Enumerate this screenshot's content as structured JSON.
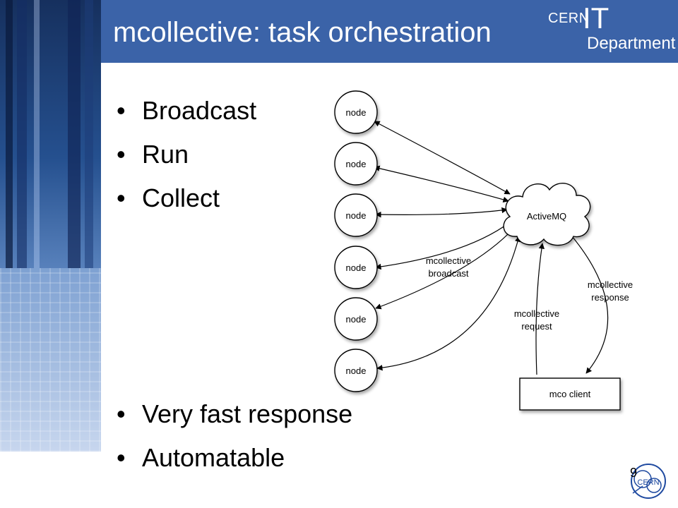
{
  "slide": {
    "title": "mcollective: task orchestration",
    "page_number": "9"
  },
  "brand": {
    "cern": "CERN",
    "it": "IT",
    "department": "Department",
    "logo_text": "CERN"
  },
  "bullets": {
    "symbol": "•",
    "items": [
      "Broadcast",
      "Run",
      "Collect",
      "Very fast response",
      "Automatable"
    ]
  },
  "diagram": {
    "nodes": [
      "node",
      "node",
      "node",
      "node",
      "node",
      "node"
    ],
    "broker": "ActiveMQ",
    "client": "mco client",
    "labels": {
      "broadcast_line1": "mcollective",
      "broadcast_line2": "broadcast",
      "request_line1": "mcollective",
      "request_line2": "request",
      "response_line1": "mcollective",
      "response_line2": "response"
    }
  },
  "colors": {
    "header_bg": "#3b63a8",
    "header_text": "#ffffff",
    "logo_blue": "#1f4aa0"
  }
}
